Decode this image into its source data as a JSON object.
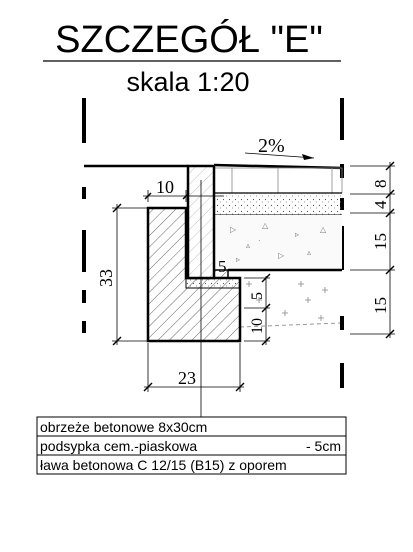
{
  "title": "SZCZEGÓŁ \"E\"",
  "scale": "skala 1:20",
  "slope": "2%",
  "dimensions": {
    "curb_width": "10",
    "total_height": "33",
    "foundation_width": "23",
    "gap_5": "5",
    "side_5": "5",
    "side_10": "10",
    "right_8": "8",
    "right_4": "4",
    "right_15a": "15",
    "right_15b": "15"
  },
  "legend": {
    "rows": [
      {
        "label": "obrzeże betonowe 8x30cm",
        "value": ""
      },
      {
        "label": "podsypka cem.-piaskowa",
        "value": "- 5cm"
      },
      {
        "label": "ława betonowa C 12/15 (B15) z oporem",
        "value": ""
      }
    ]
  }
}
